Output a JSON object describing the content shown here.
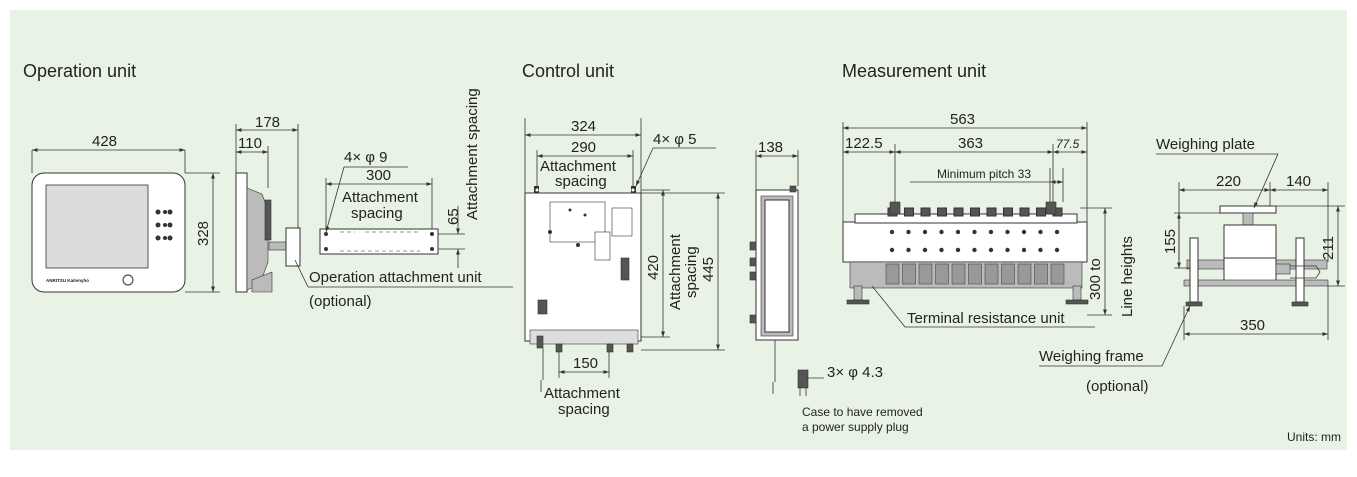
{
  "sections": {
    "operation": "Operation unit",
    "control": "Control unit",
    "measurement": "Measurement unit"
  },
  "operation": {
    "width": "428",
    "height": "328",
    "depth": "178",
    "depth_inner": "110",
    "bracket_hole": "4× φ 9",
    "bracket_width": "300",
    "attach_spacing_1": "Attachment",
    "attach_spacing_2": "spacing",
    "bracket_height": "65",
    "vertical_spacing": "Attachment spacing",
    "attachment_unit_label": "Operation attachment unit",
    "optional": "(optional)",
    "panel_brand": "ANRITSU Kaitenyho"
  },
  "control": {
    "width": "324",
    "spacing_w": "290",
    "attach_1": "Attachment",
    "attach_2": "spacing",
    "hole": "4× φ 5",
    "inner_height": "420",
    "v_attach_1": "Attachment",
    "v_attach_2": "spacing",
    "height": "445",
    "bottom_w": "150",
    "bottom_attach_1": "Attachment",
    "bottom_attach_2": "spacing",
    "side_depth": "138",
    "plug_hole": "3× φ 4.3",
    "plug_note_1": "Case to have removed",
    "plug_note_2": "a power supply plug"
  },
  "measurement": {
    "total": "563",
    "left": "122.5",
    "center": "363",
    "right": "77.5",
    "min_pitch": "Minimum pitch 33",
    "resistance": "Terminal resistance unit",
    "line_h_1": "300 to",
    "line_h_2": "Line heights",
    "weighing_plate": "Weighing plate",
    "d220": "220",
    "d140": "140",
    "d155": "155",
    "d211": "211",
    "d350": "350",
    "frame": "Weighing frame",
    "optional": "(optional)"
  },
  "units": "Units: mm"
}
